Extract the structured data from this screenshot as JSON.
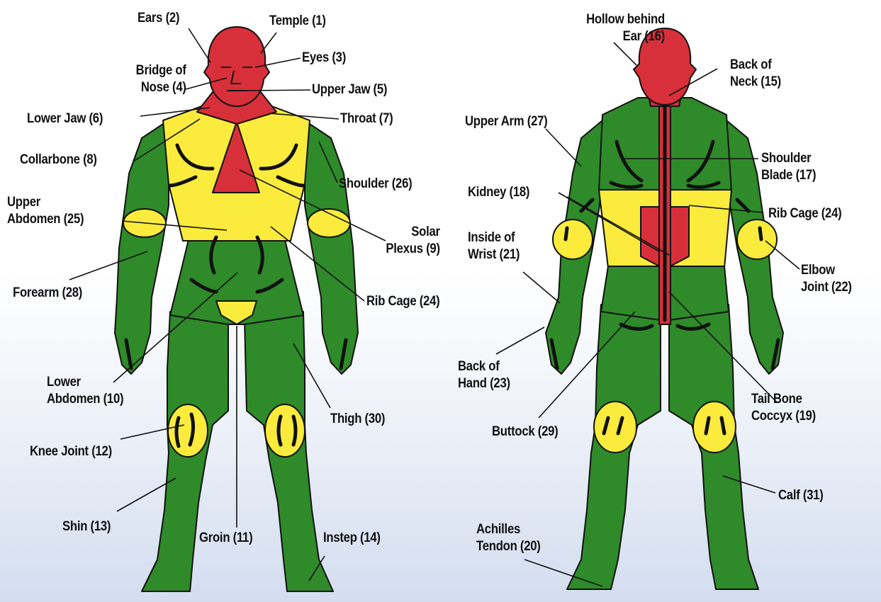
{
  "colors": {
    "red": "#d7303a",
    "yellow": "#fbeb3c",
    "green": "#2f8a2a",
    "outline": "#111111",
    "background_top": "#ffffff",
    "background_bottom": "#d3ddef"
  },
  "front_labels": {
    "temple": "Temple (1)",
    "ears": "Ears (2)",
    "eyes": "Eyes (3)",
    "bridge_of_nose": "Bridge of\nNose (4)",
    "upper_jaw": "Upper Jaw (5)",
    "lower_jaw": "Lower Jaw (6)",
    "throat": "Throat (7)",
    "collarbone": "Collarbone (8)",
    "solar_plexus": "Solar\nPlexus (9)",
    "lower_abdomen": "Lower\nAbdomen (10)",
    "groin": "Groin (11)",
    "knee_joint": "Knee Joint (12)",
    "shin": "Shin (13)",
    "instep": "Instep (14)",
    "rib_cage": "Rib Cage (24)",
    "upper_abdomen": "Upper\nAbdomen (25)",
    "shoulder": "Shoulder (26)",
    "forearm": "Forearm (28)",
    "thigh": "Thigh (30)"
  },
  "back_labels": {
    "back_of_neck": "Back of\nNeck (15)",
    "hollow_behind_ear": "Hollow behind\nEar (16)",
    "shoulder_blade": "Shoulder\nBlade (17)",
    "kidney": "Kidney (18)",
    "tail_bone": "Tail Bone\nCoccyx (19)",
    "achilles_tendon": "Achilles\nTendon (20)",
    "inside_of_wrist": "Inside of\nWrist (21)",
    "elbow_joint": "Elbow\nJoint (22)",
    "back_of_hand": "Back of\nHand (23)",
    "rib_cage": "Rib Cage (24)",
    "upper_arm": "Upper Arm (27)",
    "buttock": "Buttock (29)",
    "calf": "Calf (31)"
  }
}
